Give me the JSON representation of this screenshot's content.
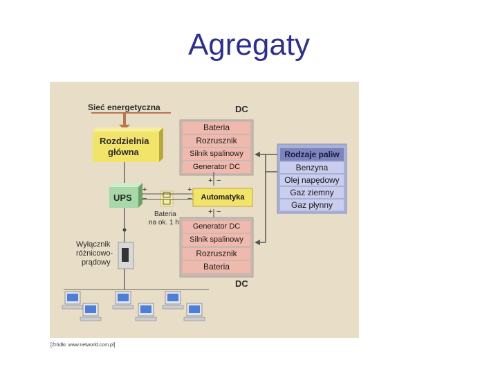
{
  "slide": {
    "title": "Agregaty",
    "source": "[Źródło: www.networld.com.pl]"
  },
  "diagram": {
    "grid_label": "Sieć energetyczna",
    "main_switchboard": [
      "Rozdzielnia",
      "główna"
    ],
    "ups": "UPS",
    "battery_note": [
      "Bateria",
      "na ok. 1 h"
    ],
    "breaker": [
      "Wyłącznik",
      "różnicowo-",
      "prądowy"
    ],
    "dc_top": "DC",
    "dc_bottom": "DC",
    "top_stack": [
      "Bateria",
      "Rozrusznik",
      "Silnik spalinowy",
      "Generator DC"
    ],
    "automation": "Automatyka",
    "bottom_stack": [
      "Generator DC",
      "Silnik spalinowy",
      "Rozrusznik",
      "Bateria"
    ],
    "fuel_header": "Rodzaje paliw",
    "fuels": [
      "Benzyna",
      "Olej napędowy",
      "Gaz ziemny",
      "Gaz płynny"
    ],
    "polarity": {
      "plus": "+",
      "minus": "−",
      "bar": "|"
    }
  },
  "colors": {
    "title": "#2e2f8a",
    "background": "#e8ddc6",
    "pink_box": "#f0b9ad",
    "pink_border": "#c0a6a0",
    "yellow_box": "#f2e36a",
    "green_box": "#a8d8a8",
    "fuel_panel": "#a8b0d6",
    "fuel_header": "#7c83bd",
    "arrow": "#c07a50"
  }
}
